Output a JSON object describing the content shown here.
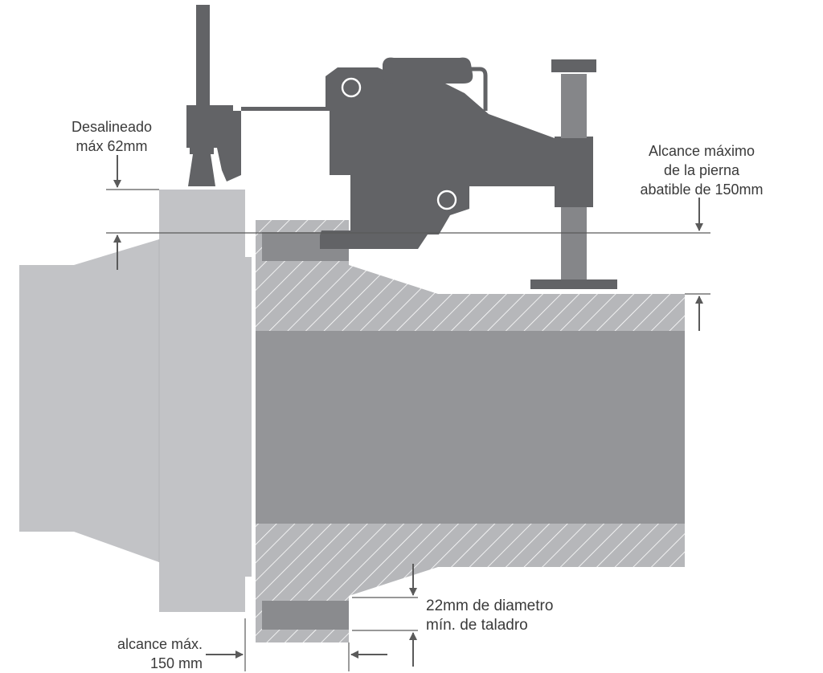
{
  "labels": {
    "misalignment": [
      "Desalineado",
      "máx 62mm"
    ],
    "leg_reach": [
      "Alcance máximo",
      "de la pierna",
      "abatible de 150mm"
    ],
    "drill_diameter": [
      "22mm de diametro",
      "mín. de taladro"
    ],
    "max_reach": [
      "alcance máx.",
      "150 mm"
    ]
  },
  "colors": {
    "tool_dark": "#626366",
    "tool_mid": "#858689",
    "hatch_fill": "#b6b7ba",
    "hatch_line": "#ffffff",
    "bore": "#949598",
    "left_body": "#c2c3c6",
    "bolt_dark": "#8a8b8e",
    "arrow": "#5a5a5a",
    "text": "#3a3a3a"
  }
}
